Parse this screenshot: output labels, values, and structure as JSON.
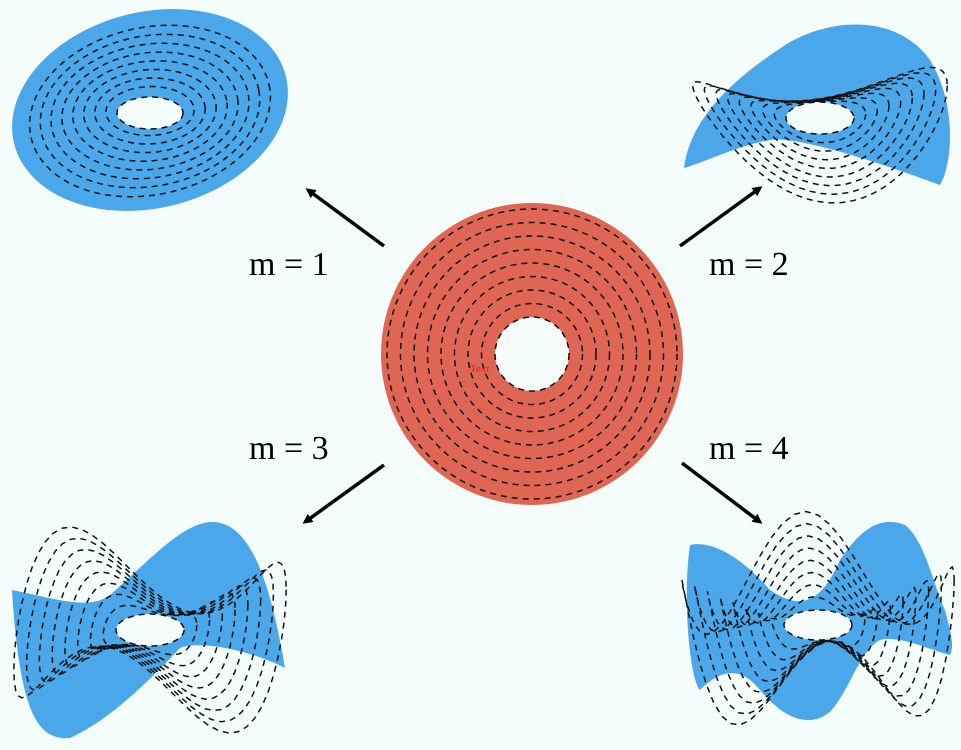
{
  "colors": {
    "background": "#f5fcfc",
    "disk": "#df6653",
    "deformed": "#4aa8ea",
    "contour": "#111111",
    "arrow": "#000000",
    "center_text": "#ff1a00"
  },
  "center": {
    "text": "Text"
  },
  "modes": [
    {
      "label": "m = 1",
      "m": 1
    },
    {
      "label": "m = 2",
      "m": 2
    },
    {
      "label": "m = 3",
      "m": 3
    },
    {
      "label": "m = 4",
      "m": 4
    }
  ]
}
